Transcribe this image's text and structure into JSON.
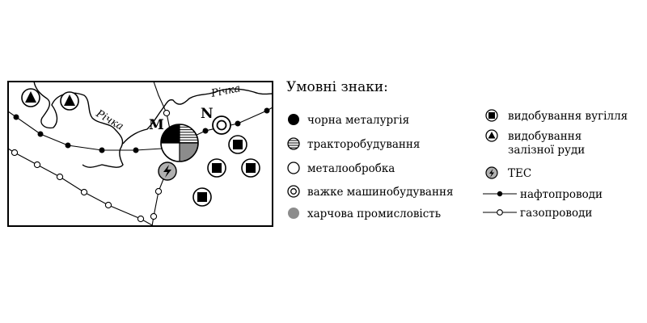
{
  "map": {
    "river_labels": [
      "Річка",
      "Річка"
    ],
    "city_labels": {
      "m": "M",
      "n": "N"
    },
    "colors": {
      "line": "#000000",
      "food_gray": "#8c8c8c",
      "tes_gray": "#b0b0b0"
    },
    "symbols": {
      "iron_ore_sites": 2,
      "coal_sites": 4,
      "tes_sites": 1,
      "heavy_machinery_sites": 1
    }
  },
  "legend": {
    "title": "Умовні знаки:",
    "items_left": [
      {
        "icon": "black-circle-icon",
        "label": "чорна металургія"
      },
      {
        "icon": "striped-circle-icon",
        "label": "тракторобудування"
      },
      {
        "icon": "white-circle-icon",
        "label": "металообробка"
      },
      {
        "icon": "double-circle-icon",
        "label": "важке машинобудування"
      },
      {
        "icon": "gray-circle-icon",
        "label": "харчова промисловість"
      }
    ],
    "items_right": [
      {
        "icon": "coal-square-icon",
        "label": "видобування вугілля"
      },
      {
        "icon": "ore-triangle-icon",
        "label": "видобування",
        "label2": "залізної руди"
      },
      {
        "icon": "lightning-icon",
        "label": "ТЕС"
      },
      {
        "icon": "oil-pipeline-icon",
        "label": "нафтопроводи"
      },
      {
        "icon": "gas-pipeline-icon",
        "label": "газопроводи"
      }
    ]
  }
}
